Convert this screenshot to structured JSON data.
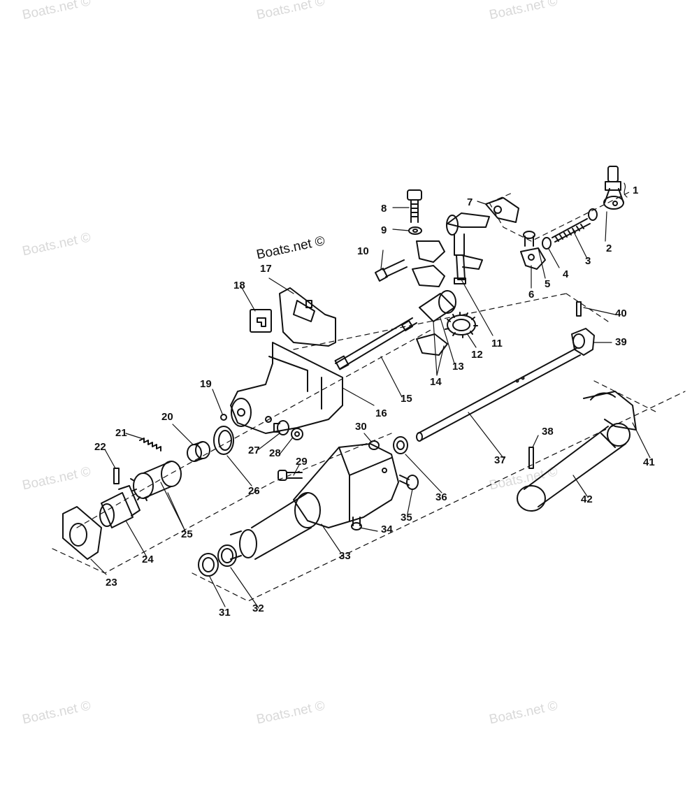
{
  "watermarks": [
    "Boats.net ©",
    "Boats.net ©",
    "Boats.net ©",
    "Boats.net ©",
    "Boats.net ©",
    "Boats.net ©",
    "Boats.net ©",
    "Boats.net ©",
    "Boats.net ©",
    "Boats.net ©"
  ],
  "callouts": [
    "1",
    "2",
    "3",
    "4",
    "5",
    "6",
    "7",
    "8",
    "9",
    "10",
    "11",
    "12",
    "13",
    "14",
    "15",
    "16",
    "17",
    "18",
    "19",
    "20",
    "21",
    "22",
    "23",
    "24",
    "25",
    "26",
    "27",
    "28",
    "29",
    "30",
    "31",
    "32",
    "33",
    "34",
    "35",
    "36",
    "37",
    "38",
    "39",
    "40",
    "41",
    "42"
  ]
}
